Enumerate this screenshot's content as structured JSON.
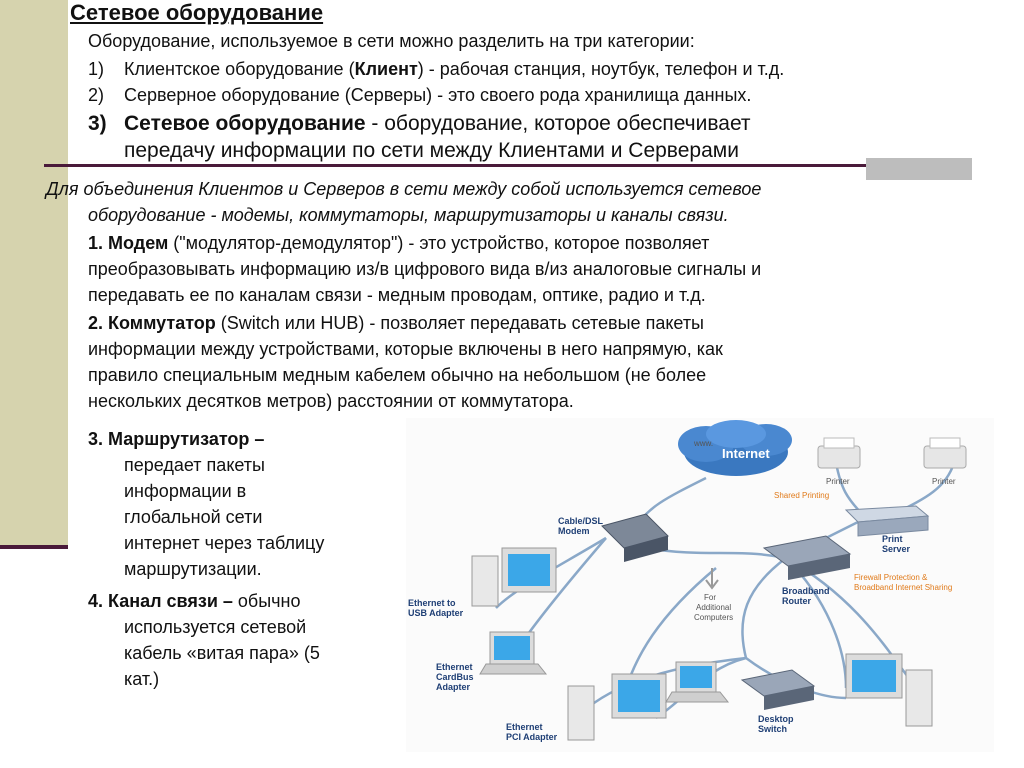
{
  "title": "Сетевое оборудование",
  "intro": "Оборудование, используемое в сети можно разделить на три категории:",
  "categories": [
    {
      "num": "1)",
      "lead": "Клиентское оборудование (",
      "bold": "Клиент",
      "rest": ") - рабочая станция, ноутбук, телефон и т.д."
    },
    {
      "num": "2)",
      "text": "Серверное оборудование (Серверы) - это своего рода хранилища данных."
    },
    {
      "num": "3)",
      "bold": "Сетевое оборудование",
      "rest": " - оборудование, которое обеспечивает",
      "line2": "передачу информации по сети между Клиентами и Серверами"
    }
  ],
  "italic_line1": "Для объединения Клиентов и Серверов в сети между собой используется сетевое",
  "italic_line2": "оборудование - модемы, коммутаторы, маршрутизаторы и каналы связи.",
  "items": [
    {
      "bold": "1. Модем",
      "rest": " (\"модулятор-демодулятор\") - это устройство, которое позволяет",
      "lines": [
        "преобразовывать информацию из/в цифрового вида в/из аналоговые сигналы и",
        "передавать ее по каналам связи - медным проводам, оптике, радио и т.д."
      ]
    },
    {
      "bold": "2. Коммутатор",
      "rest": " (Switch или HUB) - позволяет передавать сетевые пакеты",
      "lines": [
        "информации между устройствами, которые включены в него напрямую, как",
        "правило специальным медным кабелем обычно на небольшом (не более",
        "нескольких десятков метров) расстоянии от коммутатора."
      ]
    },
    {
      "bold": "3. Маршрутизатор –",
      "lines": [
        "передает пакеты",
        "информации в",
        "глобальной сети",
        "интернет через таблицу",
        "маршрутизации."
      ]
    },
    {
      "bold": "4. Канал связи –",
      "rest": " обычно",
      "lines": [
        "используется сетевой",
        "кабель «витая пара» (5",
        "кат.)"
      ]
    }
  ],
  "diagram": {
    "labels": {
      "internet": "Internet",
      "www": "www.",
      "modem": [
        "Cable/DSL",
        "Modem"
      ],
      "router": [
        "Broadband",
        "Router"
      ],
      "print_server": [
        "Print",
        "Server"
      ],
      "printer1": "Printer",
      "printer2": "Printer",
      "shared_printing": "Shared Printing",
      "firewall": [
        "Firewall Protection &",
        "Broadband Internet Sharing"
      ],
      "additional": [
        "For",
        "Additional",
        "Computers"
      ],
      "usb": [
        "Ethernet to",
        "USB Adapter"
      ],
      "cardbus": [
        "Ethernet",
        "CardBus",
        "Adapter"
      ],
      "pci": [
        "Ethernet",
        "PCI Adapter"
      ],
      "switch": [
        "Desktop",
        "Switch"
      ]
    },
    "colors": {
      "label": "#1f3f75",
      "accent": "#e07a1a",
      "cable": "#8aa8c8",
      "cloud": "#3a78c0"
    }
  }
}
